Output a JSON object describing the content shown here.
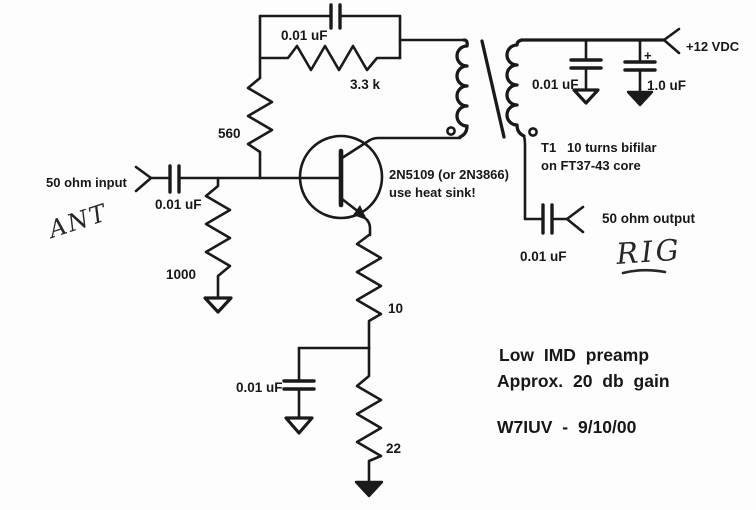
{
  "schematic": {
    "input": {
      "port_label": "50 ohm input",
      "coupling_cap_value": "0.01 uF",
      "shunt_resistor_value": "1000",
      "handwritten_note": "ANT"
    },
    "feedback": {
      "cap_value": "0.01 uF",
      "resistor_value": "3.3 k"
    },
    "base": {
      "resistor_value": "560"
    },
    "transistor": {
      "part_line": "2N5109 (or 2N3866)",
      "note_line": "use heat sink!"
    },
    "emitter": {
      "resistor_top_value": "10",
      "resistor_bottom_value": "22",
      "bypass_cap_value": "0.01 uF"
    },
    "transformer": {
      "designator": "T1",
      "note_line1": "10 turns bifilar",
      "note_line2": "on FT37-43 core"
    },
    "supply": {
      "rail_label": "+12 VDC",
      "bypass_cap_value": "0.01 uF",
      "electrolytic_cap_value": "1.0 uF",
      "electrolytic_polarity": "+"
    },
    "output": {
      "port_label": "50 ohm output",
      "coupling_cap_value": "0.01 uF",
      "handwritten_note": "RIG"
    },
    "notes": {
      "line1": "Low IMD preamp",
      "line2": "Approx. 20 db gain",
      "line3": "W7IUV - 9/10/00"
    },
    "ink_color": "#1f1f1f",
    "paper_color": "#fdfdfd"
  }
}
